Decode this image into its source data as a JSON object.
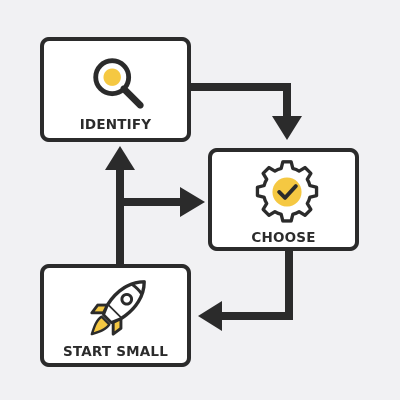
{
  "diagram": {
    "nodes": [
      {
        "id": "identify",
        "label": "IDENTIFY",
        "icon": "magnifier-icon"
      },
      {
        "id": "choose",
        "label": "CHOOSE",
        "icon": "gear-check-icon"
      },
      {
        "id": "start_small",
        "label": "START SMALL",
        "icon": "rocket-icon"
      }
    ],
    "edges": [
      {
        "from": "identify",
        "to": "choose"
      },
      {
        "from": "choose",
        "to": "start_small"
      },
      {
        "from": "start_small",
        "to": "identify"
      },
      {
        "from": "start_small",
        "to": "choose"
      }
    ]
  },
  "colors": {
    "background": "#f1f1f3",
    "outline": "#2b2b2b",
    "accent": "#f5c842",
    "box_fill": "#ffffff"
  }
}
